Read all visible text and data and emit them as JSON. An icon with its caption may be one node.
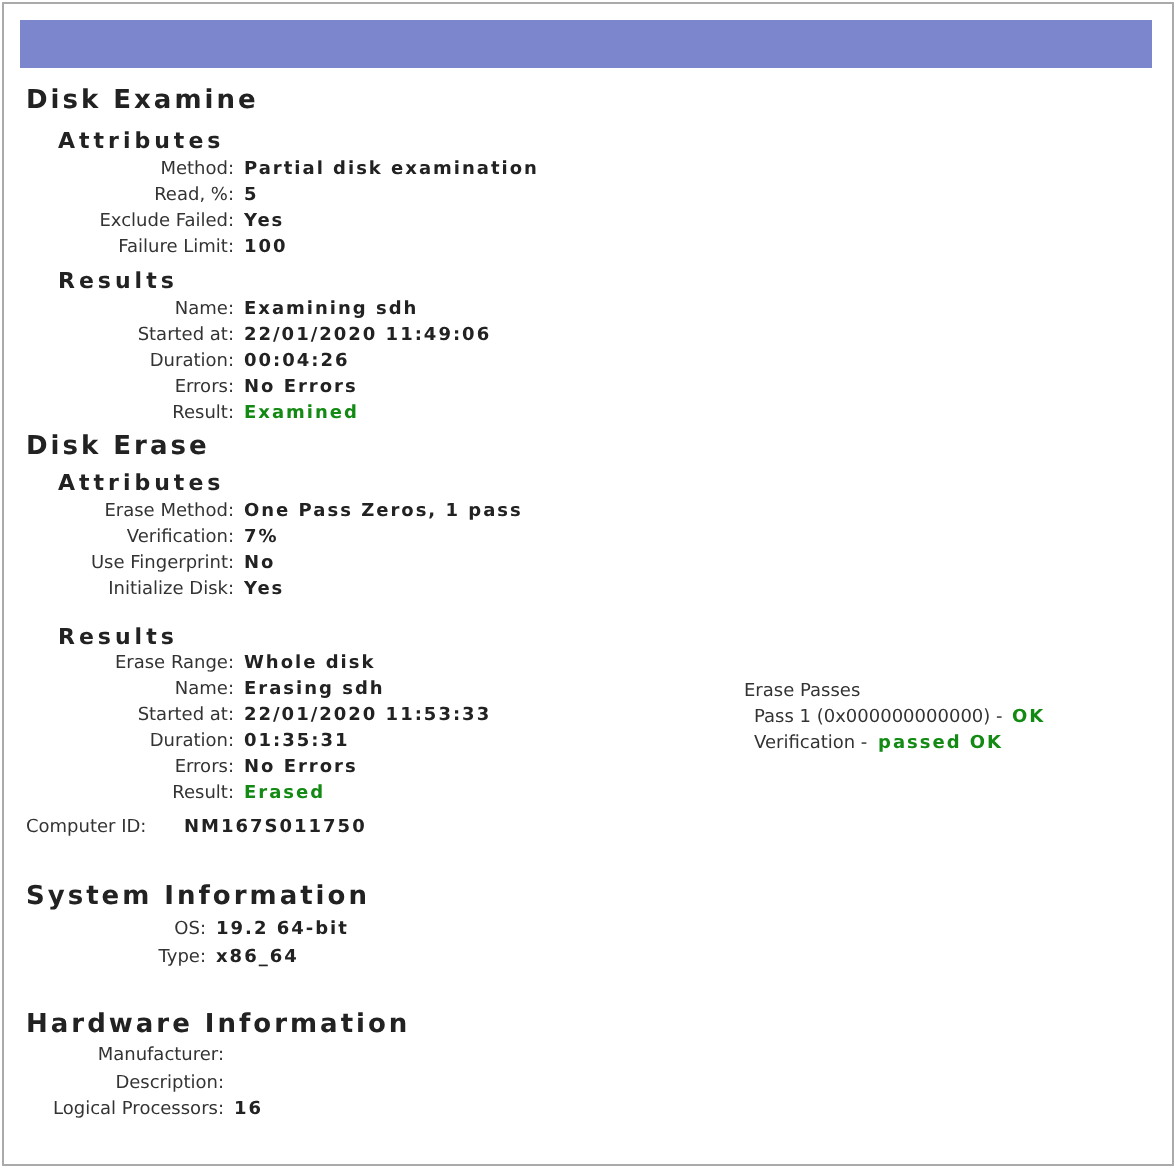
{
  "diagram": {
    "labels": [
      "Disk Examine",
      "Attributes",
      "Method:",
      "Partial disk examination",
      "Read, %:",
      "5",
      "Exclude Failed:",
      "Yes",
      "Failure Limit:",
      "100",
      "Results",
      "Name:",
      "Examining sdh",
      "Started at:",
      "22/01/2020 11:49:06",
      "Duration:",
      "00:04:26",
      "Errors:",
      "No Errors",
      "Result:",
      "Examined",
      "Disk Erase",
      "Attributes",
      "Erase Method:",
      "One Pass Zeros, 1 pass",
      "Verification:",
      "7%",
      "Use Fingerprint:",
      "No",
      "Initialize Disk:",
      "Yes",
      "Results",
      "Erase Range:",
      "Whole disk",
      "Name:",
      "Erasing sdh",
      "Erase Passes",
      "Started at:",
      "22/01/2020 11:53:33",
      "Pass 1 (0x000000000000) -",
      "OK",
      "Duration:",
      "01:35:31",
      "Verification -",
      "passed OK",
      "Errors:",
      "No Errors",
      "Result:",
      "Erased",
      "Computer ID:",
      "NM167S011750",
      "System Information",
      "OS:",
      "19.2 64-bit",
      "Type:",
      "x86_64",
      "Hardware Information",
      "Manufacturer:",
      "Description:",
      "Logical Processors:",
      "16"
    ]
  }
}
